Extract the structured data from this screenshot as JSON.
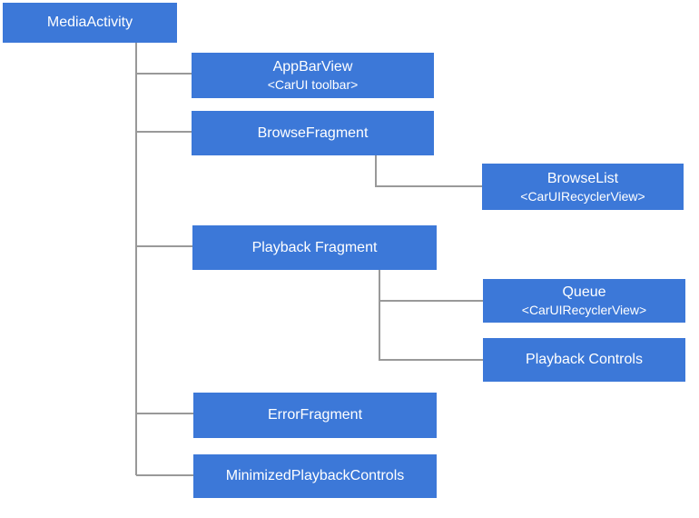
{
  "diagram": {
    "background_color": "#ffffff",
    "node_color": "#3c78d8",
    "text_color": "#ffffff",
    "line_color": "#999999",
    "nodes": {
      "media_activity": {
        "label": "MediaActivity"
      },
      "app_bar_view": {
        "label": "AppBarView",
        "sublabel": "<CarUI toolbar>"
      },
      "browse_fragment": {
        "label": "BrowseFragment"
      },
      "browse_list": {
        "label": "BrowseList",
        "sublabel": "<CarUIRecyclerView>"
      },
      "playback_fragment": {
        "label": "Playback Fragment"
      },
      "queue": {
        "label": "Queue",
        "sublabel": "<CarUIRecyclerView>"
      },
      "playback_controls": {
        "label": "Playback Controls"
      },
      "error_fragment": {
        "label": "ErrorFragment"
      },
      "minimized_playback_controls": {
        "label": "MinimizedPlaybackControls"
      }
    }
  }
}
